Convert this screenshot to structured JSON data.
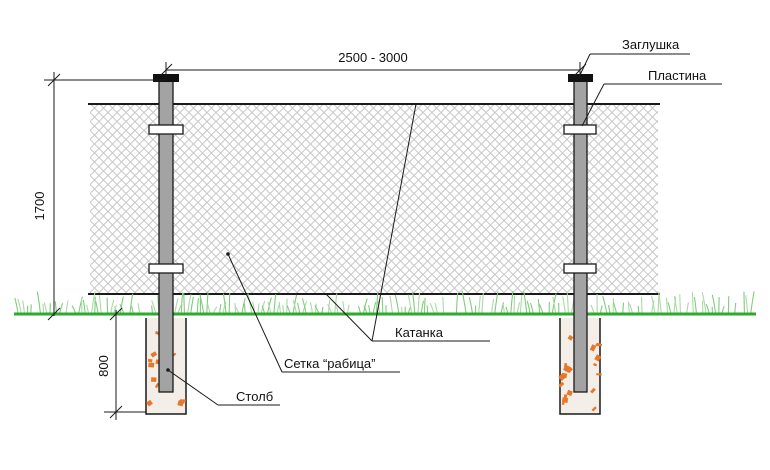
{
  "dimensions": {
    "span": "2500 - 3000",
    "height": "1700",
    "depth": "800"
  },
  "labels": {
    "cap": "Заглушка",
    "plate": "Пластина",
    "wire_rod": "Катанка",
    "mesh": "Сетка “рабица”",
    "post": "Столб"
  },
  "colors": {
    "ground": "#2eaa2e",
    "grass": "#6cc46c",
    "concrete_fill": "#f3eee7",
    "gravel": "#e8772a",
    "post": "#9a9a9a",
    "mesh": "#c8c8c8",
    "line": "#1a1a1a"
  }
}
